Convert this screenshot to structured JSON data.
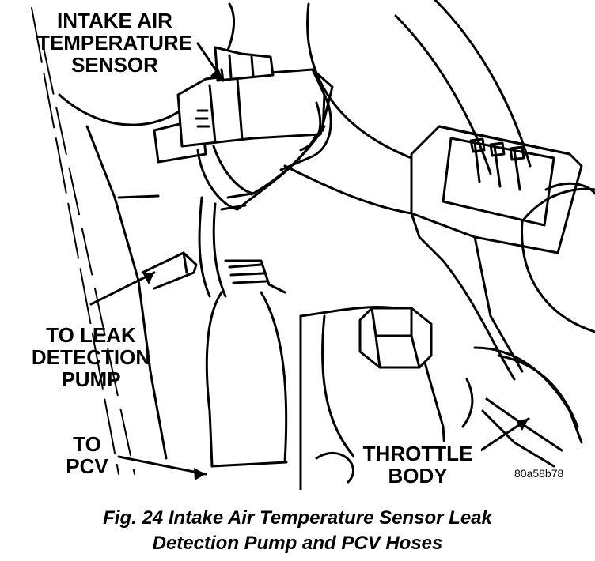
{
  "labels": {
    "iat_sensor": [
      "INTAKE AIR",
      "TEMPERATURE",
      "SENSOR"
    ],
    "leak_pump": [
      "TO LEAK",
      "DETECTION",
      "PUMP"
    ],
    "pcv": [
      "TO",
      "PCV"
    ],
    "throttle_body": [
      "THROTTLE",
      "BODY"
    ]
  },
  "figure_code": "80a58b78",
  "caption": {
    "line1": "Fig. 24 Intake Air Temperature Sensor Leak",
    "line2": "Detection Pump and PCV Hoses"
  },
  "colors": {
    "ink": "#000000",
    "paper": "#ffffff"
  }
}
